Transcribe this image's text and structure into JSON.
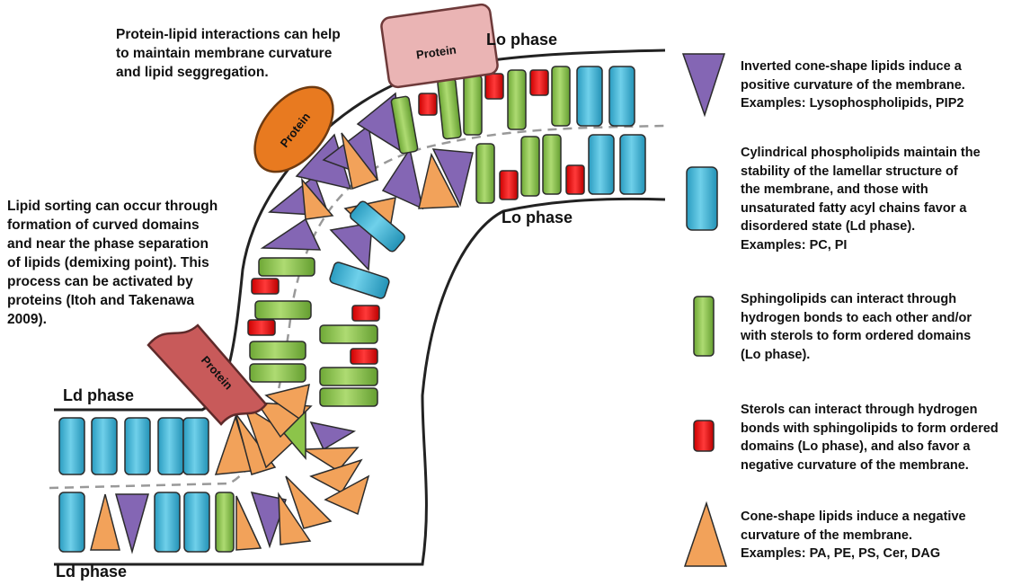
{
  "diagram": {
    "top_left_note": [
      "Protein-lipid interactions can help",
      "to maintain membrane curvature",
      "and lipid seggregation."
    ],
    "left_note": [
      "Lipid sorting can occur through",
      "formation of curved domains",
      "and near the phase separation",
      "of lipids (demixing point). This",
      "process can be activated by",
      "proteins (Itoh and Takenawa",
      "2009)."
    ],
    "phase_labels": {
      "top_right_upper": "Lo phase",
      "top_right_lower": "Lo phase",
      "bottom_left_upper": "Ld phase",
      "bottom_left_lower": "Ld phase"
    },
    "protein_labels": {
      "top": "Protein",
      "middle": "Protein",
      "lower": "Protein"
    },
    "colors": {
      "cylinder": "#3fb6d4",
      "sphingo": "#8cc44a",
      "sterol": "#e01818",
      "cone": "#f2a25a",
      "inverted_cone": "#8466b4",
      "protein_pink": "#eab4b4",
      "protein_orange": "#e87a20",
      "protein_red": "#c85a5a"
    }
  },
  "legend": [
    {
      "icon": "inverted-cone",
      "lines": [
        "Inverted cone-shape lipids induce a",
        "positive curvature of the membrane.",
        "Examples: Lysophospholipids, PIP2"
      ]
    },
    {
      "icon": "cylinder",
      "lines": [
        "Cylindrical phospholipids maintain the",
        "stability of the lamellar structure of",
        "the membrane, and those with",
        "unsaturated fatty acyl chains favor a",
        "disordered state (Ld phase).",
        "Examples: PC, PI"
      ]
    },
    {
      "icon": "sphingolipid",
      "lines": [
        "Sphingolipids can interact through",
        "hydrogen bonds to each other and/or",
        "with sterols to form ordered domains",
        "(Lo phase)."
      ]
    },
    {
      "icon": "sterol",
      "lines": [
        "Sterols can interact through hydrogen",
        "bonds with sphingolipids to form ordered",
        "domains (Lo phase), and also favor a",
        "negative curvature of the membrane."
      ]
    },
    {
      "icon": "cone",
      "lines": [
        "Cone-shape lipids induce a negative",
        "curvature of the membrane.",
        "Examples: PA, PE, PS, Cer, DAG"
      ]
    }
  ]
}
